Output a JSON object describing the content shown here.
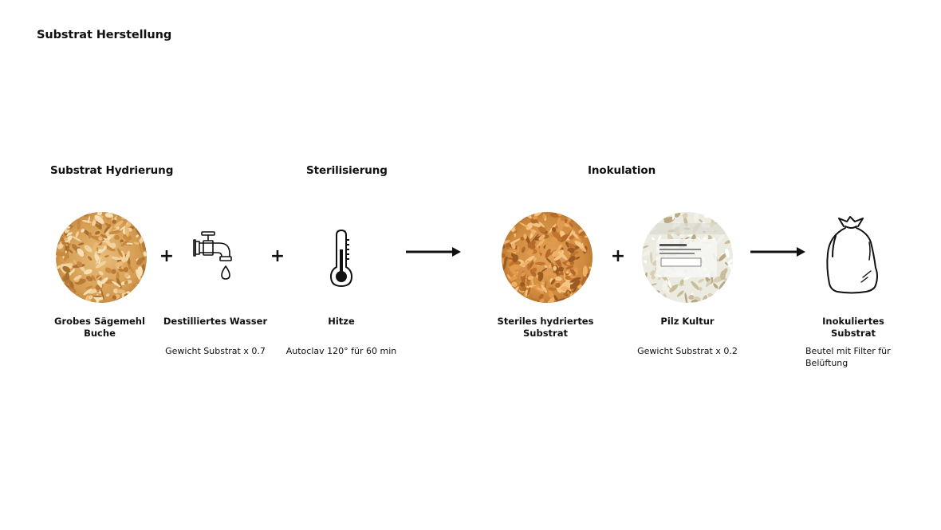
{
  "title": "Substrat Herstellung",
  "sections": {
    "hydration": "Substrat Hydrierung",
    "sterilization": "Sterilisierung",
    "inoculation": "Inokulation"
  },
  "operators": {
    "plus": "+"
  },
  "items": [
    {
      "label_lines": [
        "Grobes Sägemehl",
        "Buche"
      ],
      "note": ""
    },
    {
      "label_lines": [
        "Destilliertes Wasser"
      ],
      "note": "Gewicht Substrat x 0.7"
    },
    {
      "label_lines": [
        "Hitze"
      ],
      "note": "Autoclav 120° für 60 min"
    },
    {
      "label_lines": [
        "Steriles hydriertes",
        "Substrat"
      ],
      "note": ""
    },
    {
      "label_lines": [
        "Pilz Kultur"
      ],
      "note": "Gewicht Substrat x 0.2"
    },
    {
      "label_lines": [
        "Inokuliertes",
        "Substrat"
      ],
      "note_lines": [
        "Beutel mit Filter für",
        "Belüftung"
      ]
    }
  ],
  "icons": {
    "sawdust": "sawdust-photo",
    "water": "water-tap-icon",
    "heat": "thermometer-icon",
    "sterile": "sterile-substrate-photo",
    "culture": "mushroom-culture-photo",
    "bag": "bag-icon"
  },
  "colors": {
    "text": "#111111",
    "sawdust": "#d9a45a",
    "culture": "#ecebe2"
  }
}
